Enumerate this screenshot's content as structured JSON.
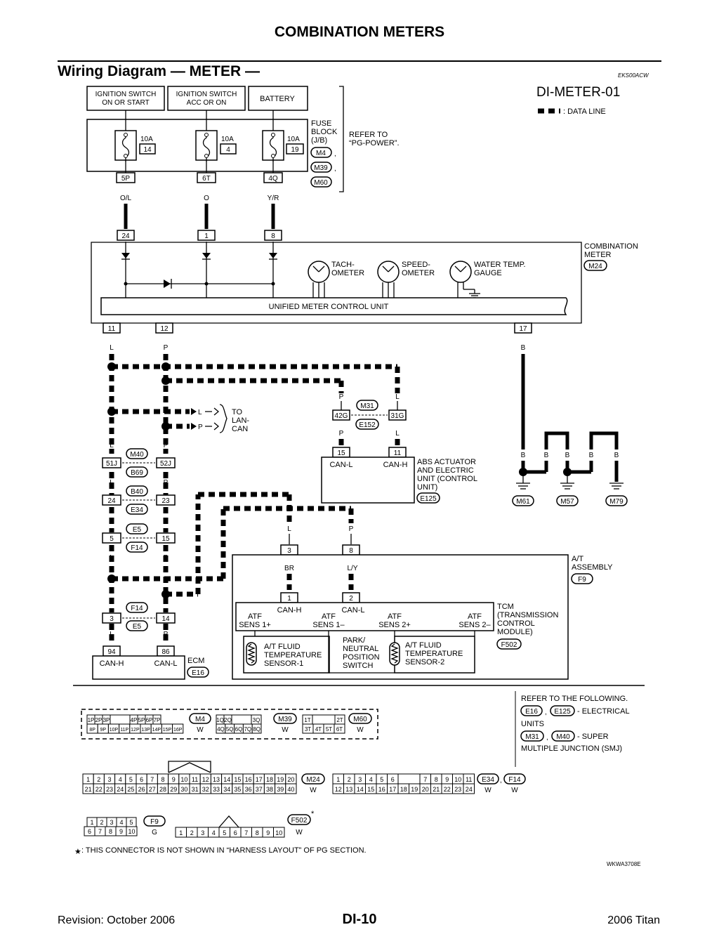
{
  "header": {
    "page_title": "COMBINATION METERS",
    "section_title": "Wiring Diagram — METER —",
    "doc_code": "EKS00ACW",
    "diagram_id": "DI-METER-01",
    "data_line_legend": ": DATA LINE"
  },
  "power": {
    "sources": [
      {
        "line1": "IGNITION SWITCH",
        "line2": "ON OR START"
      },
      {
        "line1": "IGNITION SWITCH",
        "line2": "ACC OR ON"
      },
      {
        "line1": "BATTERY",
        "line2": ""
      }
    ],
    "fuses": [
      {
        "amp": "10A",
        "num": "14",
        "conn": "5P",
        "wire": "O/L",
        "meter_pin": "24"
      },
      {
        "amp": "10A",
        "num": "4",
        "conn": "6T",
        "wire": "O",
        "meter_pin": "1"
      },
      {
        "amp": "10A",
        "num": "19",
        "conn": "4Q",
        "wire": "Y/R",
        "meter_pin": "8"
      }
    ],
    "fuse_block": {
      "line1": "FUSE",
      "line2": "BLOCK",
      "line3": "(J/B)",
      "conns": [
        "M4",
        "M39",
        "M60"
      ],
      "sep1": ",",
      "sep2": ","
    },
    "refer": {
      "line1": "REFER TO",
      "line2": "“PG-POWER”."
    }
  },
  "meter": {
    "name_line1": "COMBINATION",
    "name_line2": "METER",
    "conn": "M24",
    "tach": {
      "line1": "TACH-",
      "line2": "OMETER"
    },
    "speed": {
      "line1": "SPEED-",
      "line2": "OMETER"
    },
    "water": {
      "line1": "WATER TEMP.",
      "line2": "GAUGE"
    },
    "unit": "UNIFIED METER CONTROL UNIT",
    "pins": {
      "p11": "11",
      "p12": "12",
      "p17": "17"
    }
  },
  "wires": {
    "L": "L",
    "P": "P",
    "B": "B",
    "BR": "BR",
    "LY": "L/Y"
  },
  "lan": {
    "to": "TO",
    "lan": "LAN-",
    "can": "CAN",
    "l": "L",
    "p": "P"
  },
  "abs": {
    "line1": "ABS ACTUATOR",
    "line2": "AND ELECTRIC",
    "line3": "UNIT (CONTROL",
    "line4": "UNIT)",
    "conn": "E125",
    "pin15": "15",
    "pin11": "11",
    "canl": "CAN-L",
    "canh": "CAN-H",
    "j42": "42G",
    "j31": "31G",
    "m31": "M31",
    "e152": "E152"
  },
  "joints": [
    {
      "left": "51J",
      "right": "52J",
      "top": "M40",
      "bottom": "B69"
    },
    {
      "left": "24",
      "right": "23",
      "top": "B40",
      "bottom": "E34"
    },
    {
      "left": "5",
      "right": "15",
      "top": "E5",
      "bottom": "F14"
    },
    {
      "left": "3",
      "right": "14",
      "top": "F14",
      "bottom": "E5"
    }
  ],
  "ecm": {
    "name": "ECM",
    "conn": "E16",
    "pin94": "94",
    "pin86": "86",
    "canh": "CAN-H",
    "canl": "CAN-L"
  },
  "grounds": [
    "M61",
    "M57",
    "M79"
  ],
  "at": {
    "name_line1": "A/T",
    "name_line2": "ASSEMBLY",
    "conn": "F9",
    "pin3": "3",
    "pin8": "8",
    "pin1": "1",
    "pin2": "2",
    "canh": "CAN-H",
    "canl": "CAN-L",
    "atf1p": {
      "line1": "ATF",
      "line2": "SENS 1+"
    },
    "atf1m": {
      "line1": "ATF",
      "line2": "SENS 1–"
    },
    "atf2p": {
      "line1": "ATF",
      "line2": "SENS 2+"
    },
    "atf2m": {
      "line1": "ATF",
      "line2": "SENS 2–"
    },
    "sensor1": {
      "line1": "A/T FLUID",
      "line2": "TEMPERATURE",
      "line3": "SENSOR-1"
    },
    "park": {
      "line1": "PARK/",
      "line2": "NEUTRAL",
      "line3": "POSITION",
      "line4": "SWITCH"
    },
    "sensor2": {
      "line1": "A/T FLUID",
      "line2": "TEMPERATURE",
      "line3": "SENSOR-2"
    }
  },
  "tcm": {
    "line1": "TCM",
    "line2": "(TRANSMISSION",
    "line3": "CONTROL",
    "line4": "MODULE)",
    "conn": "F502"
  },
  "refer_following": {
    "title": "REFER TO THE FOLLOWING.",
    "c1": "E16",
    "c2": "E125",
    "sep1": ",",
    "elec": "- ELECTRICAL",
    "units": "UNITS",
    "c3": "M31",
    "c4": "M40",
    "sep2": ",",
    "super": "- SUPER",
    "smj": "MULTIPLE JUNCTION (SMJ)"
  },
  "connectors": {
    "m4": {
      "name": "M4",
      "color": "W",
      "top": [
        "1P",
        "2P",
        "3P",
        "",
        "4P",
        "5P",
        "6P",
        "7P"
      ],
      "bottom": [
        "8P",
        "9P",
        "10P",
        "11P",
        "12P",
        "13P",
        "14P",
        "15P",
        "16P"
      ]
    },
    "m39": {
      "name": "M39",
      "color": "W",
      "top": [
        "1Q",
        "2Q",
        "",
        "3Q"
      ],
      "bottom": [
        "4Q",
        "5Q",
        "6Q",
        "7Q",
        "8Q"
      ]
    },
    "m60": {
      "name": "M60",
      "color": "W",
      "top": [
        "1T",
        "",
        "2T"
      ],
      "bottom": [
        "3T",
        "4T",
        "5T",
        "6T"
      ]
    },
    "m24": {
      "name": "M24",
      "color": "W",
      "top": [
        "1",
        "2",
        "3",
        "4",
        "5",
        "6",
        "7",
        "8",
        "9",
        "10",
        "11",
        "12",
        "13",
        "14",
        "15",
        "16",
        "17",
        "18",
        "19",
        "20"
      ],
      "bottom": [
        "21",
        "22",
        "23",
        "24",
        "25",
        "26",
        "27",
        "28",
        "29",
        "30",
        "31",
        "32",
        "33",
        "34",
        "35",
        "36",
        "37",
        "38",
        "39",
        "40"
      ]
    },
    "e34": {
      "name": "E34",
      "name2": "F14",
      "sep": ",",
      "color1": "W",
      "color2": "W",
      "top": [
        "1",
        "2",
        "3",
        "4",
        "5",
        "6",
        "",
        "7",
        "8",
        "9",
        "10",
        "11"
      ],
      "bottom": [
        "12",
        "13",
        "14",
        "15",
        "16",
        "17",
        "18",
        "19",
        "20",
        "21",
        "22",
        "23",
        "24"
      ]
    },
    "f9": {
      "name": "F9",
      "color": "G",
      "top": [
        "1",
        "2",
        "3",
        "4",
        "5"
      ],
      "bottom": [
        "6",
        "7",
        "8",
        "9",
        "10"
      ]
    },
    "f502": {
      "name": "F502",
      "color": "W",
      "star": "*",
      "pins": [
        "1",
        "2",
        "3",
        "4",
        "5",
        "6",
        "7",
        "8",
        "9",
        "10"
      ]
    }
  },
  "footnote": {
    "star": "★",
    "text": ": THIS CONNECTOR IS NOT SHOWN IN “HARNESS LAYOUT” OF PG SECTION."
  },
  "figure_code": "WKWA3708E",
  "footer": {
    "left": "Revision: October 2006",
    "center": "DI-10",
    "right": "2006 Titan"
  }
}
